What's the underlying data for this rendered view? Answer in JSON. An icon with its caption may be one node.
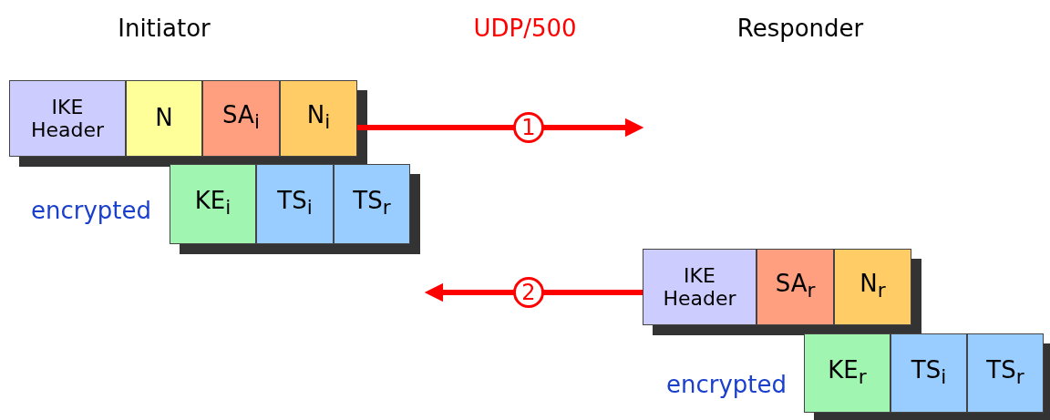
{
  "diagram": {
    "nodes": [
      {
        "text": [
          "IKE Header"
        ]
      },
      {
        "text": [
          "N"
        ]
      },
      {
        "text": [
          "SA$_{i}$"
        ]
      },
      {
        "text": [
          "N$_{i}$"
        ]
      },
      {
        "text": [
          "KE$_{i}$"
        ]
      },
      {
        "text": [
          "TS$_{i}$"
        ]
      },
      {
        "text": [
          "TS$_{r}$"
        ]
      },
      {
        "text": [
          "IKE Header"
        ]
      },
      {
        "text": [
          "SA$_{r}$"
        ]
      },
      {
        "text": [
          "N$_{r}$"
        ]
      },
      {
        "text": [
          "KE$_{r}$"
        ]
      },
      {
        "text": [
          "TS$_{i}$"
        ]
      },
      {
        "text": [
          "TS$_{r}$"
        ]
      }
    ],
    "edges": [
      {
        "from": 3,
        "to": null,
        "arrow": "to",
        "label": "1"
      },
      {
        "from": 7,
        "to": null,
        "arrow": "to",
        "label": "2"
      }
    ],
    "labels": [
      "Initiator",
      "UDP/500",
      "Responder",
      "encrypted",
      "encrypted"
    ]
  }
}
